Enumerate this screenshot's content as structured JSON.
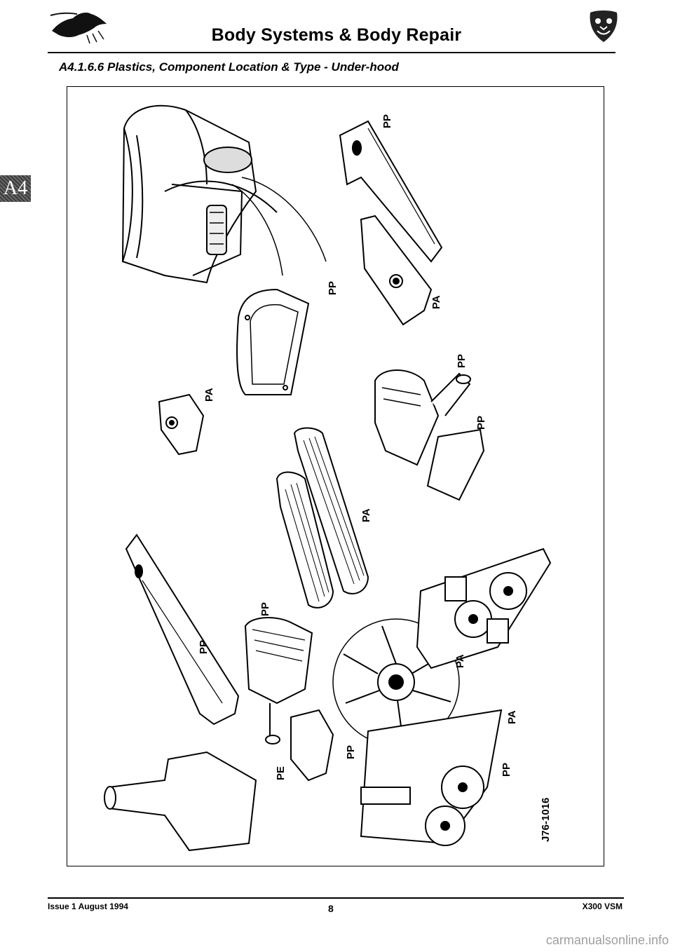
{
  "header": {
    "title": "Body Systems & Body Repair",
    "left_logo_icon": "leaping-cat-icon",
    "right_logo_icon": "jaguar-head-badge-icon"
  },
  "section": {
    "heading": "A4.1.6.6 Plastics, Component Location & Type - Under-hood"
  },
  "side_tab": {
    "label": "A4"
  },
  "figure": {
    "ref_code": "J76-1016",
    "material_labels": [
      "PP",
      "PP",
      "PA",
      "PP",
      "PA",
      "PP",
      "PA",
      "PP",
      "PP",
      "PA",
      "PE",
      "PA",
      "PP",
      "PP"
    ]
  },
  "footer": {
    "issue": "Issue 1 August 1994",
    "page": "8",
    "doc": "X300 VSM"
  },
  "watermark": "carmanualsonline.info"
}
